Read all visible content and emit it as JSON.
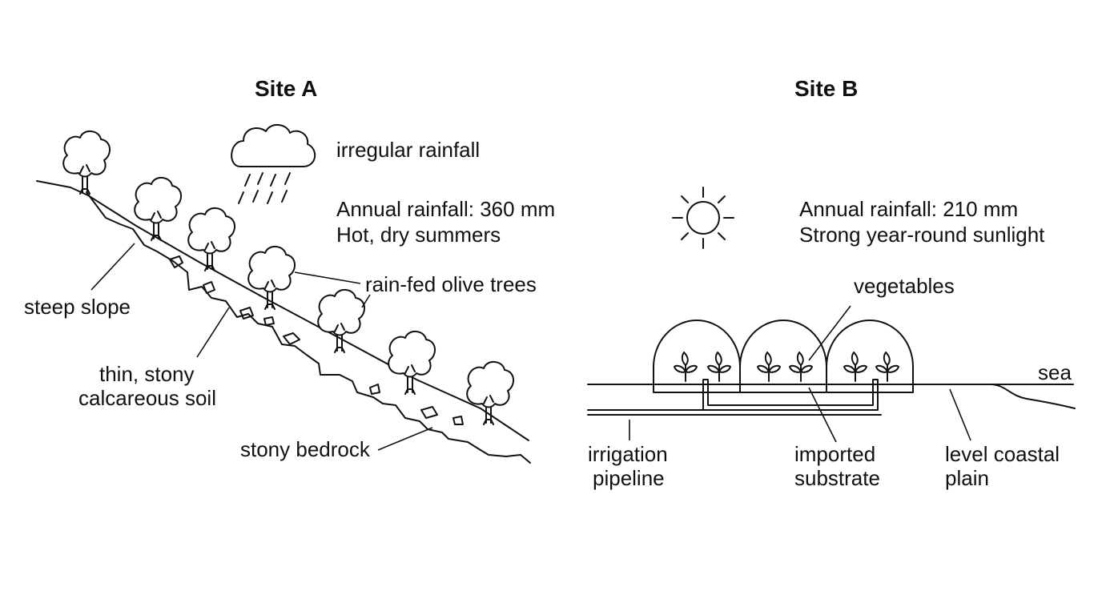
{
  "site_a": {
    "title": "Site A",
    "rainfall_note": "irregular rainfall",
    "climate_line1": "Annual rainfall: 360 mm",
    "climate_line2": "Hot, dry summers",
    "labels": {
      "trees": "rain-fed olive trees",
      "slope": "steep slope",
      "soil_line1": "thin, stony",
      "soil_line2": "calcareous soil",
      "bedrock": "stony bedrock"
    }
  },
  "site_b": {
    "title": "Site B",
    "climate_line1": "Annual rainfall: 210 mm",
    "climate_line2": "Strong year-round sunlight",
    "labels": {
      "vegetables": "vegetables",
      "sea": "sea",
      "pipeline_line1": "irrigation",
      "pipeline_line2": "pipeline",
      "substrate_line1": "imported",
      "substrate_line2": "substrate",
      "plain_line1": "level coastal",
      "plain_line2": "plain"
    }
  },
  "icons": {
    "site_a_weather": "rain-cloud-icon",
    "site_a_vegetation": "olive-tree-icon",
    "site_b_weather": "sun-icon",
    "site_b_structures": "greenhouse-icon",
    "site_b_vegetation": "seedling-icon"
  }
}
